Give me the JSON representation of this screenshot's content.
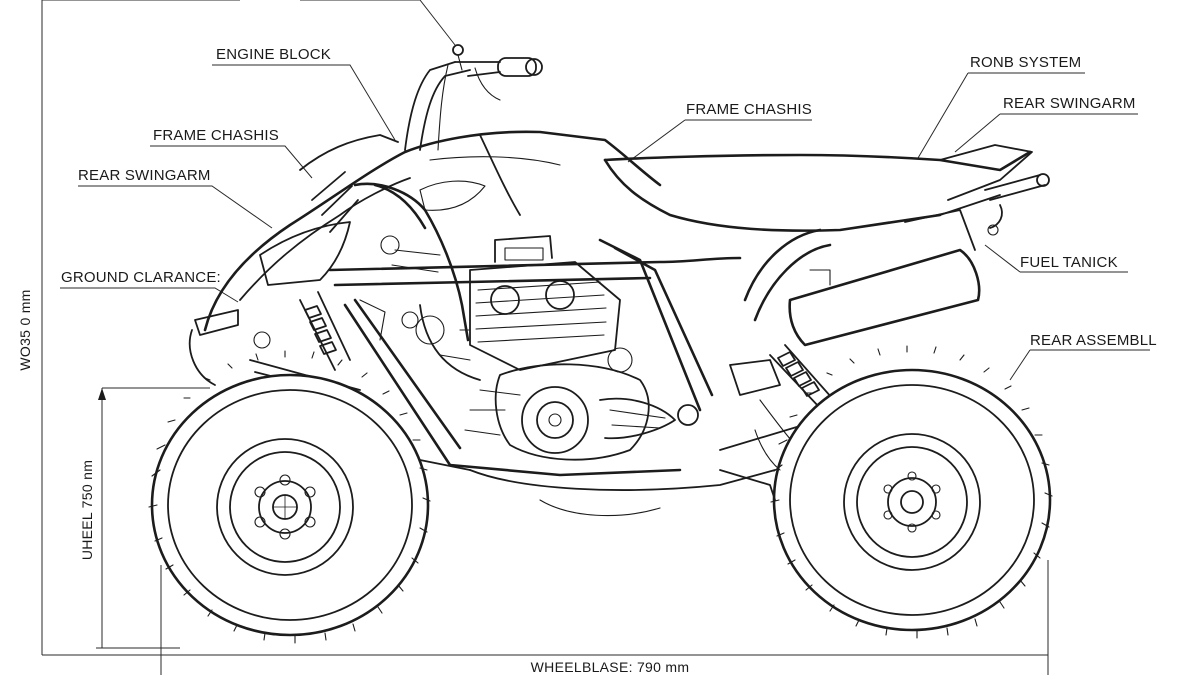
{
  "labels": {
    "engine_block": "ENGINE BLOCK",
    "frame_chassis_left": "FRAME CHASHIS",
    "rear_swingarm_left": "REAR SWINGARM",
    "ground_clearance": "GROUND CLARANCE:",
    "frame_chassis_center": "FRAME CHASHIS",
    "rond_system": "RONB SYSTEM",
    "rear_swingarm_right": "REAR SWINGARM",
    "fuel_tank": "FUEL TANICK",
    "rear_assembly": "REAR ASSEMBLL"
  },
  "dimensions": {
    "overall_height": "WO35 0 mm",
    "wheel_height": "UHEEL 750 nm",
    "wheelbase": "WHEELBLASE: 790 mm"
  }
}
